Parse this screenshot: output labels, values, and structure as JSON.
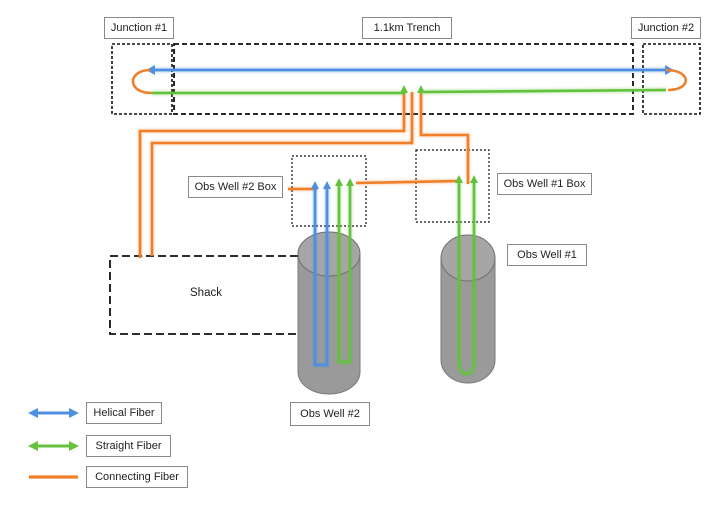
{
  "labels": {
    "junction1": "Junction #1",
    "trench": "1.1km Trench",
    "junction2": "Junction #2",
    "obs_well_2_box": "Obs Well #2 Box",
    "obs_well_1_box": "Obs Well #1 Box",
    "obs_well_1": "Obs Well #1",
    "shack": "Shack",
    "obs_well_2": "Obs Well #2"
  },
  "legend": [
    {
      "label": "Helical Fiber",
      "color": "#4f8fe0",
      "icon": "double-arrow-icon"
    },
    {
      "label": "Straight Fiber",
      "color": "#62c23c",
      "icon": "double-arrow-icon"
    },
    {
      "label": "Connecting Fiber",
      "color": "#f07f2a",
      "icon": "line-icon"
    }
  ],
  "colors": {
    "helical": "#4f8fe0",
    "straight": "#62c23c",
    "connecting": "#f07f2a",
    "well_fill": "#9a9a9a",
    "well_stroke": "#7a7a7a"
  }
}
